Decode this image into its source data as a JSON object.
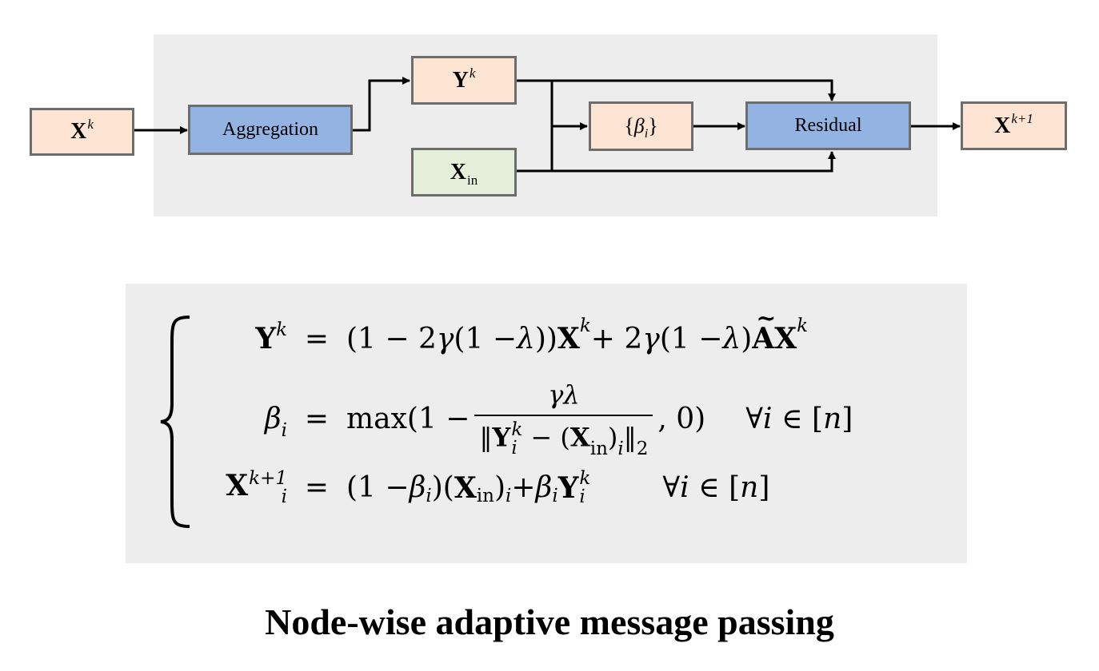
{
  "diagram": {
    "nodes": {
      "xk": {
        "base": "X",
        "sup": "k"
      },
      "aggregation": "Aggregation",
      "yk": {
        "base": "Y",
        "sup": "k"
      },
      "xin": {
        "base": "X",
        "sub": "in"
      },
      "beta": {
        "open": "{",
        "symbol": "β",
        "sub": "i",
        "close": "}"
      },
      "residual": "Residual",
      "xk1": {
        "base": "X",
        "sup": "k+1"
      }
    },
    "colors": {
      "panel": "#ededed",
      "orange_node": "#fde4d3",
      "blue_node": "#93b4e3",
      "green_node": "#e5efd9",
      "node_border": "#6d6d6d",
      "arrow": "#000000"
    }
  },
  "equations": {
    "row1": {
      "lhs": {
        "base": "Y",
        "sup": "k"
      },
      "eq": "=",
      "rhs": {
        "p1": "(1 − 2",
        "g1": "γ",
        "p2": "(1 − ",
        "l1": "λ",
        "p3": "))",
        "x1": "X",
        "x1sup": "k",
        "p4": " + 2",
        "g2": "γ",
        "p5": "(1 − ",
        "l2": "λ",
        "p6": ")",
        "a": "A",
        "x2": "X",
        "x2sup": "k"
      }
    },
    "row2": {
      "lhs": {
        "symbol": "β",
        "sub": "i"
      },
      "eq": "=",
      "rhs": {
        "pre": "max(1 − ",
        "num_g": "γ",
        "num_l": "λ",
        "den_open": "‖",
        "den_y": "Y",
        "den_ysub": "i",
        "den_ysup": "k",
        "den_mid": " − (",
        "den_x": "X",
        "den_xsub": "in",
        "den_close": ")",
        "den_isub": "i",
        "den_norm": "‖",
        "den_2": "2",
        "post": ", 0)",
        "forall": "∀",
        "i": "i",
        "in": " ∈ [",
        "n": "n",
        "end": "]"
      }
    },
    "row3": {
      "lhs": {
        "base": "X",
        "sub": "i",
        "sup": "k+1"
      },
      "eq": "=",
      "rhs": {
        "p1": "(1 − ",
        "b1": "β",
        "b1sub": "i",
        "p2": ")(",
        "x": "X",
        "xsub": "in",
        "p3": ")",
        "isub": "i",
        "p4": " + ",
        "b2": "β",
        "b2sub": "i",
        "y": "Y",
        "ysub": "i",
        "ysup": "k",
        "forall": "∀",
        "i": "i",
        "in": " ∈ [",
        "n": "n",
        "end": "]"
      }
    }
  },
  "caption": "Node-wise adaptive message passing"
}
